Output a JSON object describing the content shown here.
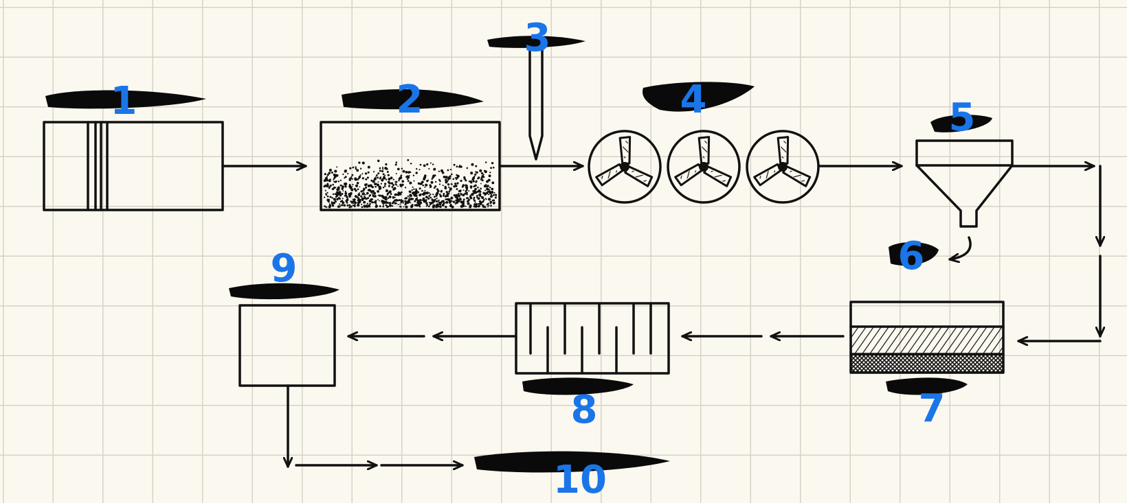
{
  "colors": {
    "paper": "#fbf8ef",
    "grid": "#d6d2c8",
    "ink": "#111111",
    "label_number": "#1a75e8",
    "redaction": "#0a0a0a"
  },
  "steps": [
    {
      "id": 1,
      "label": "1",
      "icon": "striped-box"
    },
    {
      "id": 2,
      "label": "2",
      "icon": "sediment-tank"
    },
    {
      "id": 3,
      "label": "3",
      "icon": "dosing-probe"
    },
    {
      "id": 4,
      "label": "4",
      "icon": "triple-mixers"
    },
    {
      "id": 5,
      "label": "5",
      "icon": "funnel"
    },
    {
      "id": 6,
      "label": "6",
      "icon": "outlet"
    },
    {
      "id": 7,
      "label": "7",
      "icon": "layered-filter"
    },
    {
      "id": 8,
      "label": "8",
      "icon": "baffle-chamber"
    },
    {
      "id": 9,
      "label": "9",
      "icon": "storage-box"
    },
    {
      "id": 10,
      "label": "10",
      "icon": "output"
    }
  ]
}
